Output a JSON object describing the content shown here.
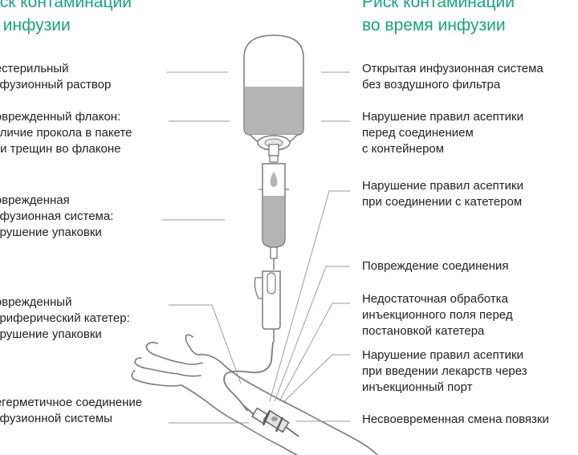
{
  "left_heading": "Риск контаминации\nдо инфузии",
  "right_heading": "Риск контаминации\nво время инфузии",
  "left_labels": [
    "Нестерильный\nинфузионный раствор",
    "Поврежденный флакон:\nналичие прокола в пакете\nили трещин во флаконе",
    "Поврежденная\nинфузионная система:\nнарушение упаковки",
    "Поврежденный\nпериферический катетер:\nнарушение упаковки",
    "Негерметичное соединение\nинфузионной системы"
  ],
  "right_labels": [
    "Открытая инфузионная система\nбез воздушного фильтра",
    "Нарушение правил асептики\nперед соединением\nс контейнером",
    "Нарушение правил асептики\nпри соединении с катетером",
    "Повреждение соединения",
    "Недостаточная обработка\nинъекционного поля перед\nпостановкой катетера",
    "Нарушение правил асептики\nпри введении лекарств через\nинъекционный порт",
    "Несвоевременная смена повязки"
  ],
  "colors": {
    "accent": "#1aa37a",
    "text": "#222222",
    "line": "#9a9a9a",
    "fluid": "#b4b4b4"
  }
}
